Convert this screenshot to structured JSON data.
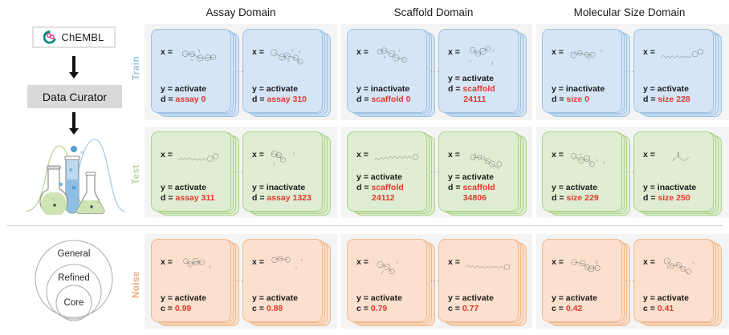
{
  "pipeline": {
    "source_label": "ChEMBL",
    "source_icon": "chembl-logo-icon",
    "curator_label": "Data Curator",
    "flask_icon": "flasks-distribution-icon",
    "venn": {
      "outer": "General",
      "middle": "Refined",
      "inner": "Core"
    }
  },
  "domains": [
    {
      "id": "assay",
      "header": "Assay Domain"
    },
    {
      "id": "scaffold",
      "header": "Scaffold Domain"
    },
    {
      "id": "size",
      "header": "Molecular Size Domain"
    }
  ],
  "rows": [
    {
      "id": "train",
      "label": "Train",
      "color": "#9cc3e0"
    },
    {
      "id": "test",
      "label": "Test",
      "color": "#bdd3a2"
    },
    {
      "id": "noise",
      "label": "Noise",
      "color": "#e8a87a"
    }
  ],
  "ellipsis": "...",
  "cards": {
    "train": {
      "assay": [
        {
          "x_label": "x =",
          "y_line": "y = activate",
          "d_key": "d = ",
          "d_value": "assay 0"
        },
        {
          "x_label": "x =",
          "y_line": "y = activate",
          "d_key": "d = ",
          "d_value": "assay 310"
        }
      ],
      "scaffold": [
        {
          "x_label": "x =",
          "y_line": "y = inactivate",
          "d_key": "d = ",
          "d_value": "scaffold 0"
        },
        {
          "x_label": "x =",
          "y_line": "y = activate",
          "d_key": "d = ",
          "d_value": "scaffold",
          "d_value2": "24111"
        }
      ],
      "size": [
        {
          "x_label": "x =",
          "y_line": "y = inactivate",
          "d_key": "d = ",
          "d_value": "size 0"
        },
        {
          "x_label": "x =",
          "y_line": "y = activate",
          "d_key": "d = ",
          "d_value": "size 228"
        }
      ]
    },
    "test": {
      "assay": [
        {
          "x_label": "x =",
          "y_line": "y = activate",
          "d_key": "d = ",
          "d_value": "assay 311"
        },
        {
          "x_label": "x =",
          "y_line": "y = inactivate",
          "d_key": "d = ",
          "d_value": "assay 1323"
        }
      ],
      "scaffold": [
        {
          "x_label": "x =",
          "y_line": "y = activate",
          "d_key": "d = ",
          "d_value": "scaffold",
          "d_value2": "24112"
        },
        {
          "x_label": "x =",
          "y_line": "y = activate",
          "d_key": "d = ",
          "d_value": "scaffold",
          "d_value2": "34806"
        }
      ],
      "size": [
        {
          "x_label": "x =",
          "y_line": "y = activate",
          "d_key": "d = ",
          "d_value": "size 229"
        },
        {
          "x_label": "x =",
          "y_line": "y = inactivate",
          "d_key": "d = ",
          "d_value": "size 250"
        }
      ]
    },
    "noise": {
      "assay": [
        {
          "x_label": "x =",
          "y_line": "y = activate",
          "d_key": "c = ",
          "d_value": "0.99"
        },
        {
          "x_label": "x =",
          "y_line": "y = activate",
          "d_key": "c = ",
          "d_value": "0.88"
        }
      ],
      "scaffold": [
        {
          "x_label": "x =",
          "y_line": "y = activate",
          "d_key": "c = ",
          "d_value": "0.79"
        },
        {
          "x_label": "x =",
          "y_line": "y = activate",
          "d_key": "c = ",
          "d_value": "0.77"
        }
      ],
      "size": [
        {
          "x_label": "x =",
          "y_line": "y = activate",
          "d_key": "c = ",
          "d_value": "0.42"
        },
        {
          "x_label": "x =",
          "y_line": "y = activate",
          "d_key": "c = ",
          "d_value": "0.41"
        }
      ]
    }
  },
  "colors": {
    "train_card_bg": "#d5e5f5",
    "train_card_border": "#9dc2e4",
    "test_card_bg": "#dfeed2",
    "test_card_border": "#add189",
    "noise_card_bg": "#fbe0cd",
    "noise_card_border": "#efb98d",
    "value_red": "#e0392f",
    "panel_bg": "#f4f4f4"
  }
}
